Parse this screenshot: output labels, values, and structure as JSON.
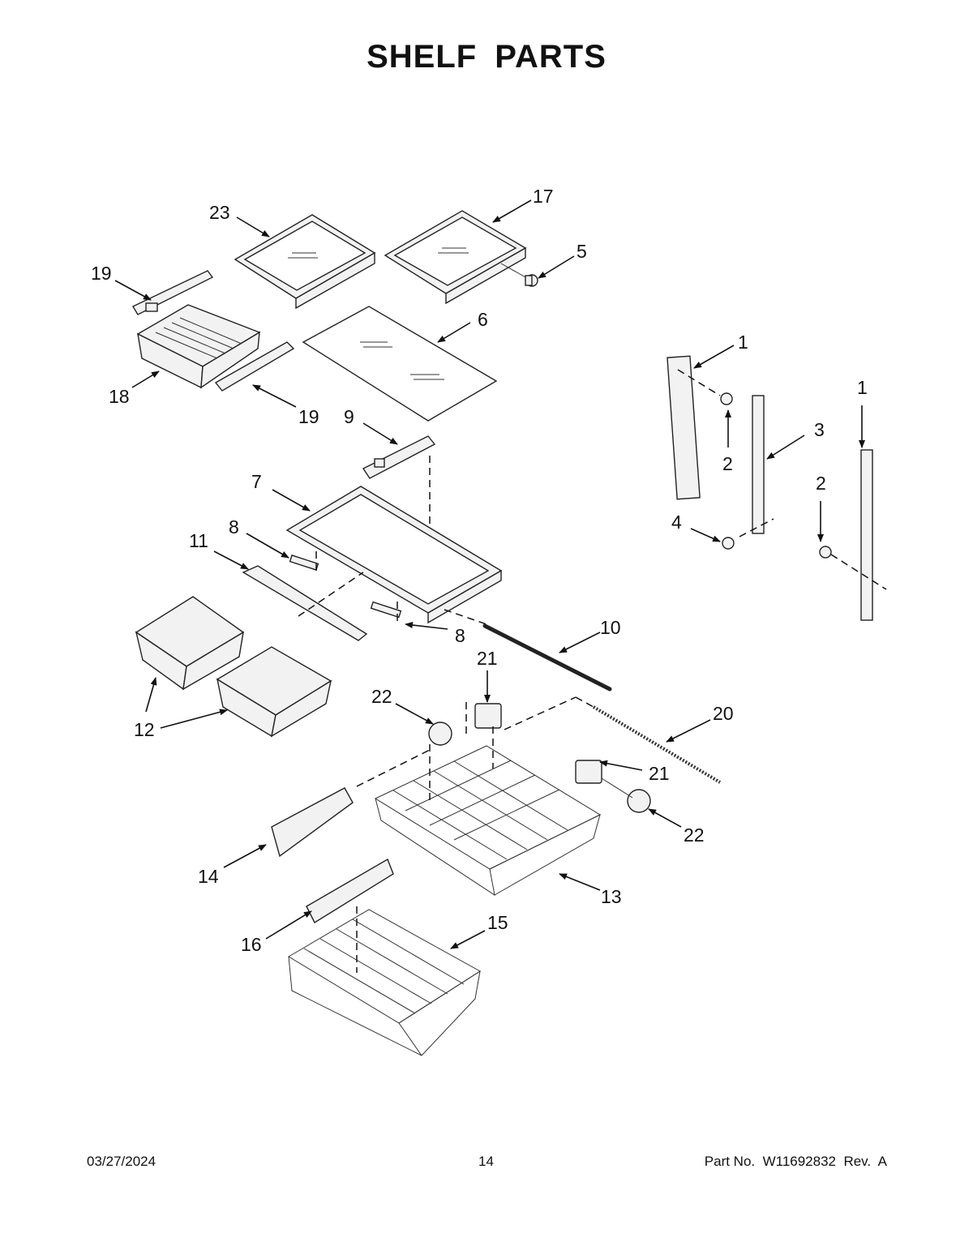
{
  "page": {
    "title": "SHELF PARTS",
    "footer": {
      "date": "03/27/2024",
      "page_number": "14",
      "part_number": "Part No.  W11692832  Rev.  A"
    }
  },
  "callouts": {
    "c23": "23",
    "c17": "17",
    "c5": "5",
    "c19a": "19",
    "c6": "6",
    "c18": "18",
    "c19b": "19",
    "c9": "9",
    "c1a": "1",
    "c1b": "1",
    "c3": "3",
    "c2a": "2",
    "c2b": "2",
    "c4": "4",
    "c7": "7",
    "c8a": "8",
    "c11": "11",
    "c8b": "8",
    "c10": "10",
    "c21a": "21",
    "c22a": "22",
    "c20": "20",
    "c12": "12",
    "c21b": "21",
    "c22b": "22",
    "c14": "14",
    "c13": "13",
    "c15": "15",
    "c16": "16"
  }
}
